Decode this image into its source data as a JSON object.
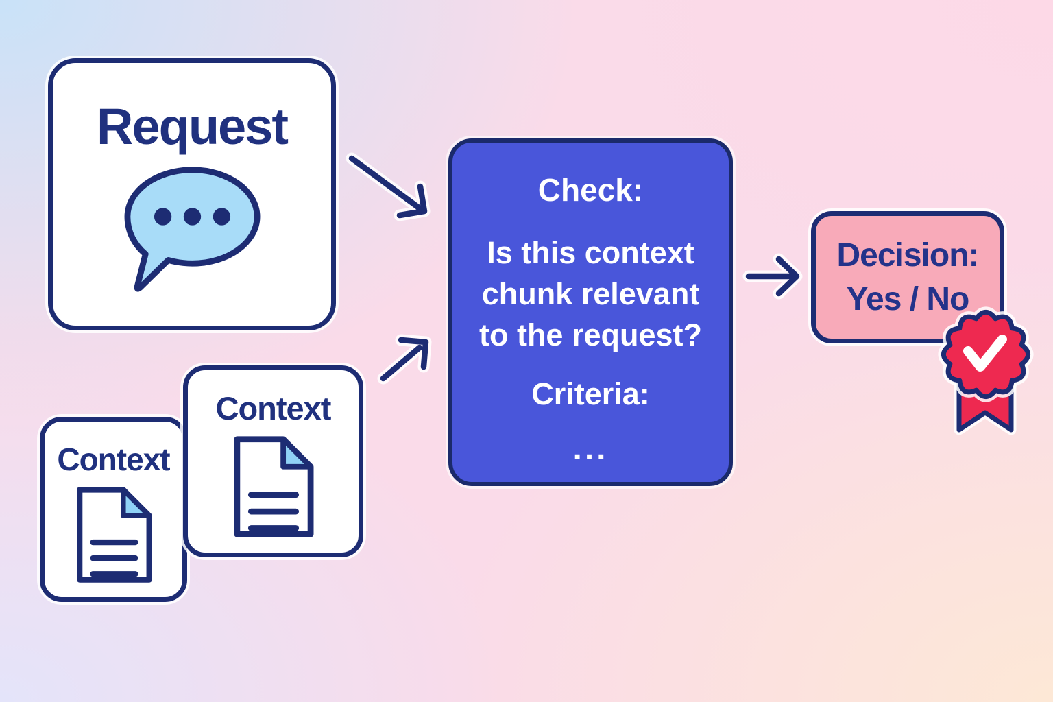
{
  "diagram": {
    "request_box": {
      "label": "Request",
      "icon": "speech-bubble"
    },
    "context_box_small": {
      "label": "Context",
      "icon": "document"
    },
    "context_box_large": {
      "label": "Context",
      "icon": "document"
    },
    "check_box": {
      "title": "Check:",
      "question_lines": [
        "Is this context",
        "chunk relevant",
        "to the request?"
      ],
      "criteria_label": "Criteria:",
      "ellipsis": "..."
    },
    "decision_box": {
      "title": "Decision:",
      "options": "Yes / No",
      "badge_icon": "ribbon-check-badge"
    },
    "colors": {
      "navy": "#20317f",
      "border_navy": "#1d2c73",
      "royal_blue_fill": "#4956da",
      "light_blue": "#a8dcf8",
      "decision_pink": "#f8aab9",
      "badge_red": "#ee2950",
      "box_white": "#ffffff",
      "bg_top_left": "#c9e2f8",
      "bg_top_right": "#fdd9e7",
      "bg_bottom_left": "#e4e4fa",
      "bg_bottom_right": "#fde8d6"
    }
  }
}
